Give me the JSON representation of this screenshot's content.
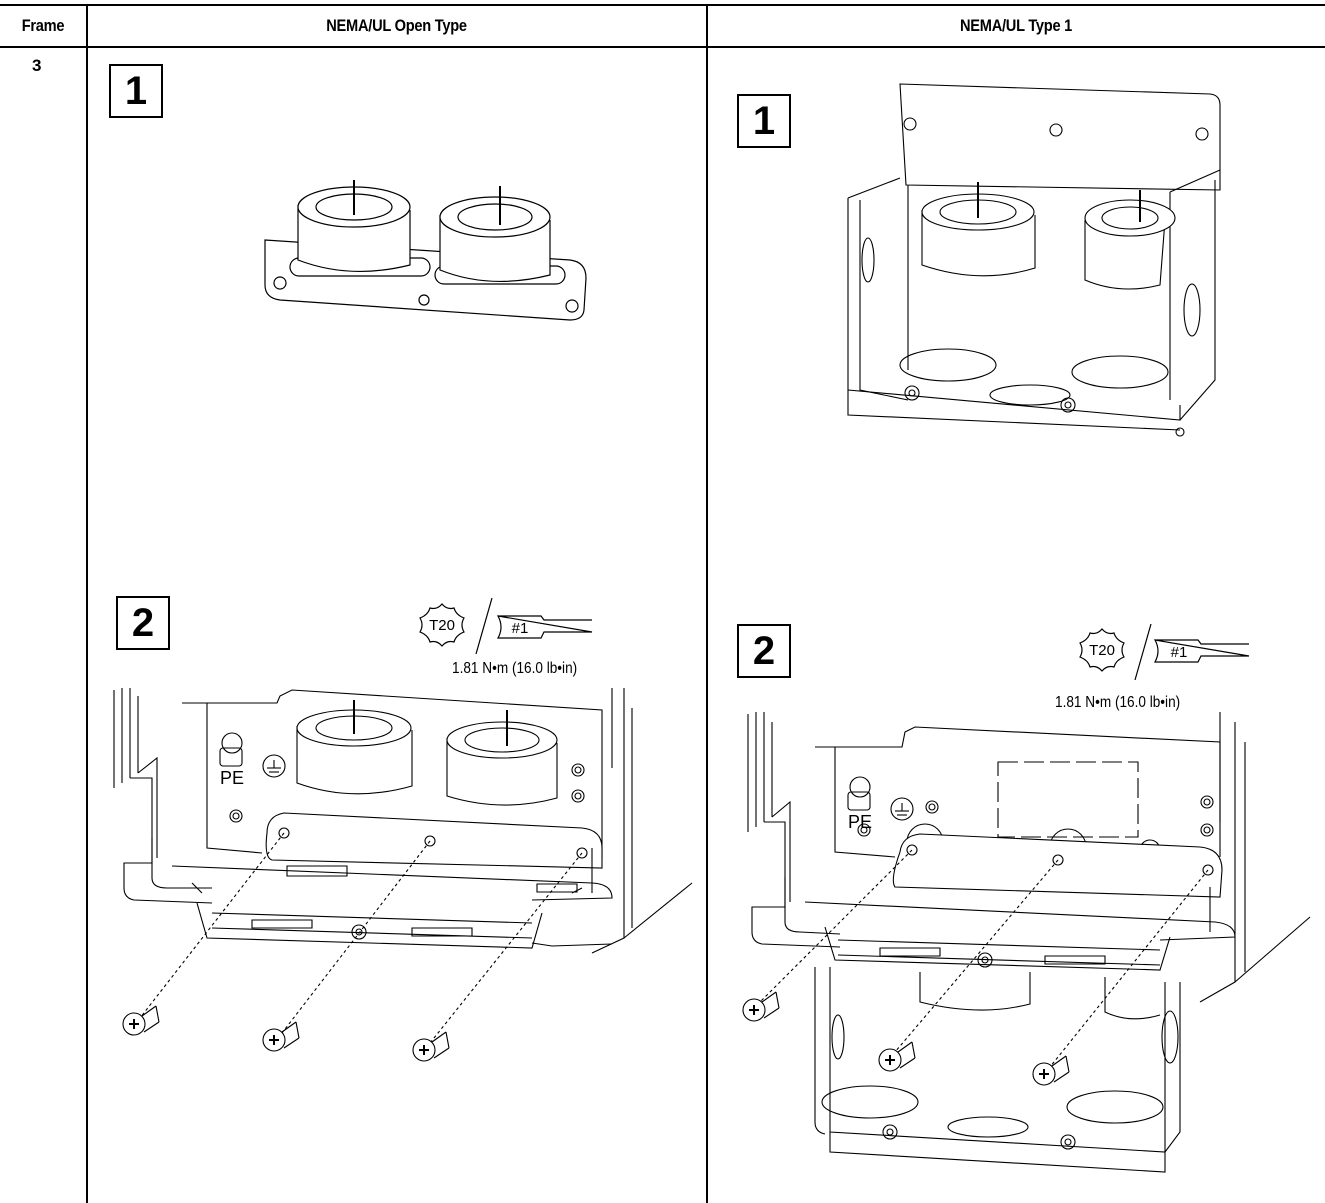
{
  "table": {
    "headers": {
      "frame": "Frame",
      "open_type": "NEMA/UL Open Type",
      "type1": "NEMA/UL Type 1"
    },
    "frame_value": "3"
  },
  "open_type": {
    "step1": "1",
    "step2": "2",
    "tool_torx": "T20",
    "tool_phillips": "#1",
    "torque": "1.81 N•m (16.0 lb•in)"
  },
  "type1": {
    "step1": "1",
    "step2": "2",
    "tool_torx": "T20",
    "tool_phillips": "#1",
    "torque": "1.81 N•m (16.0 lb•in)"
  }
}
